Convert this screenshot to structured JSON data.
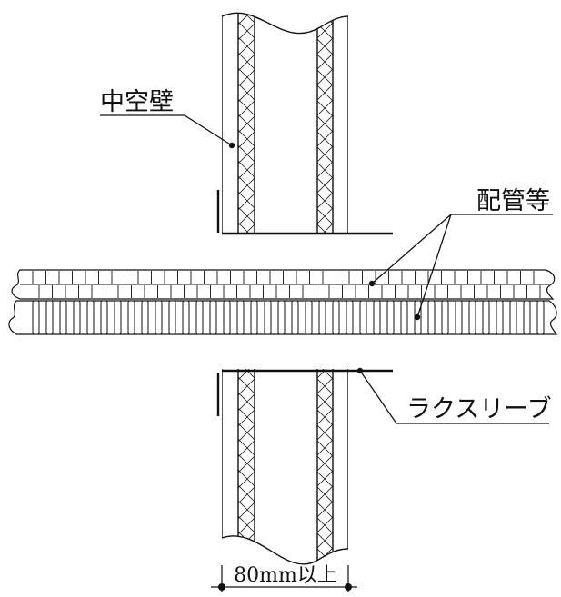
{
  "labels": {
    "wall": "中空壁",
    "pipes": "配管等",
    "sleeve": "ラクスリーブ",
    "dimension": "80mm以上"
  }
}
